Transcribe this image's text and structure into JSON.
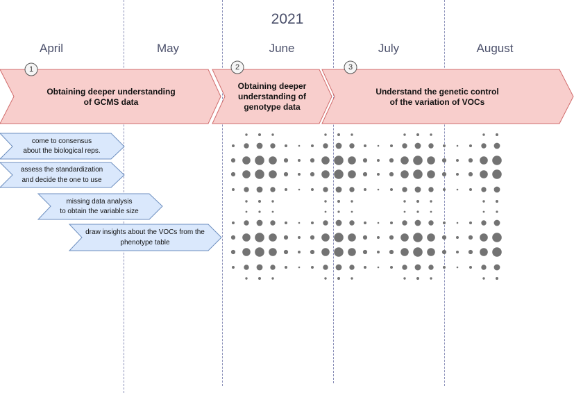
{
  "timeline": {
    "year": "2021",
    "months": [
      "April",
      "May",
      "June",
      "July",
      "August"
    ]
  },
  "phases": [
    {
      "number": "1",
      "label": "Obtaining deeper understanding\nof GCMS data"
    },
    {
      "number": "2",
      "label": "Obtaining deeper\nunderstanding of\ngenotype data"
    },
    {
      "number": "3",
      "label": "Understand the genetic control\nof the variation of VOCs"
    }
  ],
  "tasks": [
    {
      "label": "come to consensus\nabout the biological reps."
    },
    {
      "label": "assess the standardization\nand decide the one to use"
    },
    {
      "label": "missing data analysis\nto obtain the variable size"
    },
    {
      "label": "draw insights about the VOCs from the\nphenotype table"
    }
  ],
  "colors": {
    "phase_fill": "#f8cecc",
    "phase_stroke": "#d06b6b",
    "task_fill": "#dae8fc",
    "task_stroke": "#6c8ebf",
    "gridline": "#8a8fb8",
    "dots": "#737373"
  },
  "decoration": {
    "type": "halftone-dot-pattern",
    "icon": "dot-pattern-icon"
  }
}
